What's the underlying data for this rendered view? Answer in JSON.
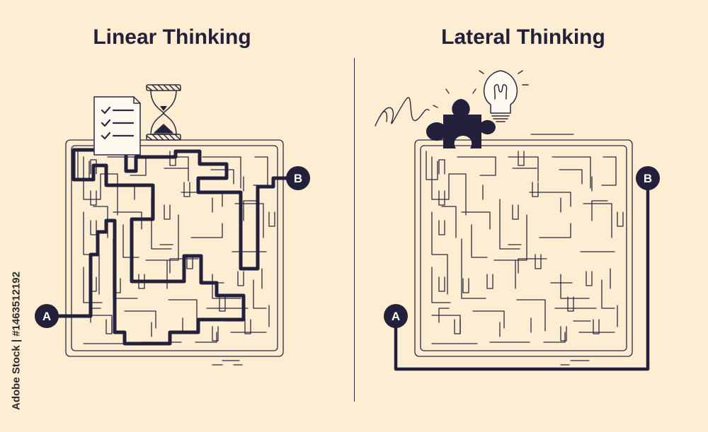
{
  "left_panel": {
    "title": "Linear Thinking",
    "start_label": "A",
    "end_label": "B"
  },
  "right_panel": {
    "title": "Lateral Thinking",
    "start_label": "A",
    "end_label": "B"
  },
  "watermark": {
    "id_text": "Adobe Stock | #1463512192"
  },
  "colors": {
    "background": "#fdedd3",
    "ink": "#22203a",
    "paper": "#fffaf0"
  }
}
